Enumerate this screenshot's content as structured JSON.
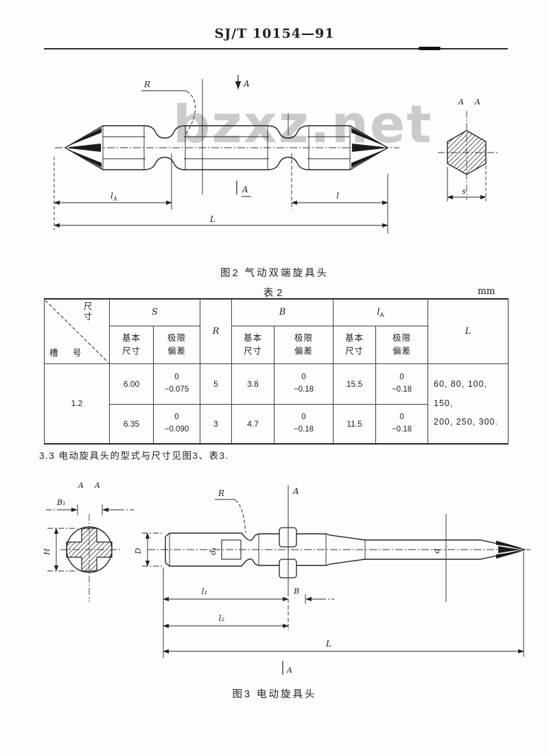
{
  "page": {
    "header_code": "SJ/T 10154—91",
    "watermark": "bzxz.net",
    "unit": "mm"
  },
  "figure2": {
    "caption": "图2  气动双端旋具头",
    "table_title": "表2",
    "labels": {
      "r": "R",
      "a": "A",
      "l_main": "l",
      "l_sub": "A",
      "l_right": "l",
      "l_total": "L",
      "s": "s"
    }
  },
  "table2": {
    "corner_top": "尺寸",
    "corner_bottom": "槽 号",
    "col_s": "S",
    "col_r": "R",
    "col_b": "B",
    "col_la_main": "l",
    "col_la_sub": "A",
    "col_l": "L",
    "basic": "基本尺寸",
    "deviation": "极限偏差",
    "rows": [
      {
        "slot": "1.2",
        "s_basic": "6.00",
        "s_dev0": "0",
        "s_dev": "−0.075",
        "r": "5",
        "b_basic": "3.8",
        "b_dev0": "0",
        "b_dev": "−0.18",
        "la_basic": "15.5",
        "la_dev0": "0",
        "la_dev": "−0.18",
        "l_values_1": "60, 80, 100, 150,",
        "l_values_2": "200, 250, 300."
      },
      {
        "s_basic": "6.35",
        "s_dev0": "0",
        "s_dev": "−0.090",
        "r": "3",
        "b_basic": "4.7",
        "b_dev0": "0",
        "b_dev": "−0.18",
        "la_basic": "11.5",
        "la_dev0": "0",
        "la_dev": "−0.18"
      }
    ]
  },
  "section33": {
    "text": "3.3  电动旋具头的型式与尺寸见图3、表3."
  },
  "figure3": {
    "caption": "图3  电动旋具头",
    "labels": {
      "a": "A",
      "b1": "B₁",
      "h": "H",
      "d_big": "D",
      "d1": "d₁",
      "r": "R",
      "d": "d",
      "l1": "l₁",
      "b": "B",
      "l2": "l₂",
      "l_total": "L"
    }
  }
}
